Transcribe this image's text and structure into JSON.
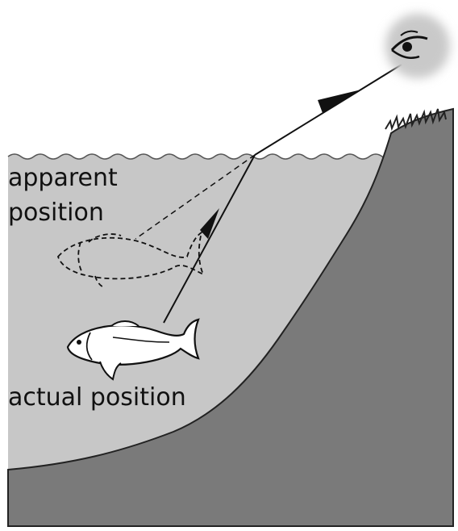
{
  "labels": {
    "apparent_line1": "apparent",
    "apparent_line2": "position",
    "actual": "actual position"
  },
  "colors": {
    "sky": "#ffffff",
    "water": "#c7c7c7",
    "ground": "#7a7a7a",
    "ink": "#111111"
  }
}
